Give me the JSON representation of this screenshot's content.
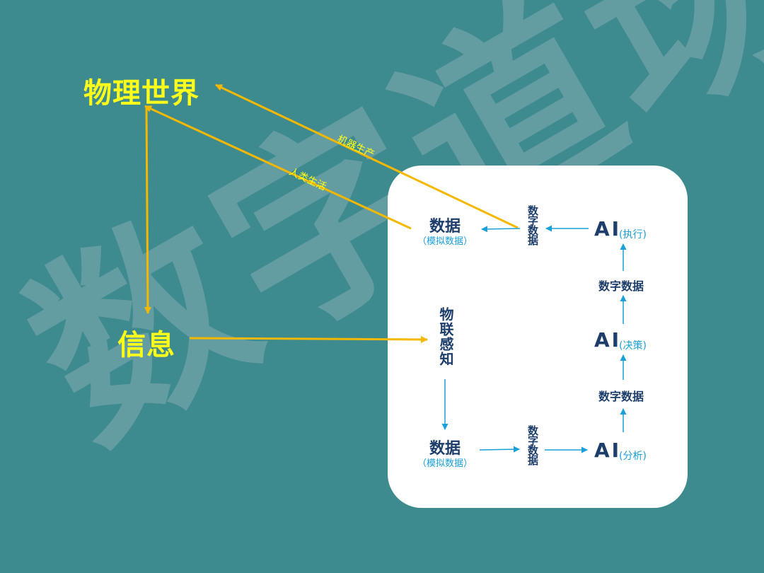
{
  "watermark": "数字道场",
  "physical_world": "物理世界",
  "info": "信息",
  "edges": {
    "machine_production": "机器生产",
    "human_life": "人类生活"
  },
  "panel": {
    "data_top": {
      "title": "数据",
      "sub": "（模拟数据）"
    },
    "digital_top": "数字数据",
    "ai_exec": {
      "title": "AI",
      "sub": "(执行)"
    },
    "digital_mid1": "数字数据",
    "ai_decide": {
      "title": "AI",
      "sub": "(决策)"
    },
    "digital_mid2": "数字数据",
    "iot": "物联感知",
    "data_bottom": {
      "title": "数据",
      "sub": "（模拟数据）"
    },
    "digital_bottom": "数字数据",
    "ai_analyze": {
      "title": "AI",
      "sub": "(分析)"
    }
  },
  "colors": {
    "background": "#3d8a8f",
    "yellow_arrow": "#f5b800",
    "blue_arrow": "#1aa0d8",
    "dark_text": "#1d3d6b",
    "highlight_text": "#ffff1a"
  }
}
